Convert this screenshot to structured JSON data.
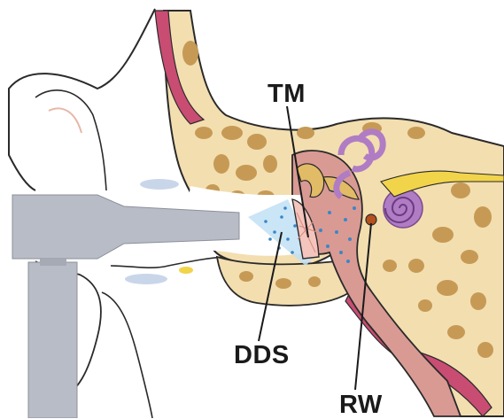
{
  "labels": {
    "tm": "TM",
    "dds": "DDS",
    "rw": "RW"
  },
  "colors": {
    "bone": "#f3deb0",
    "bone_pore": "#c69a55",
    "canal_soft": "#d99a94",
    "skin_outline": "#2a2a2a",
    "probe": "#b8bcc6",
    "cochlea": "#b07cc4",
    "nerve": "#f1d44a",
    "muscle": "#c94c73",
    "dds_spray": "#3a86c8",
    "round_window": "#b5501f"
  }
}
